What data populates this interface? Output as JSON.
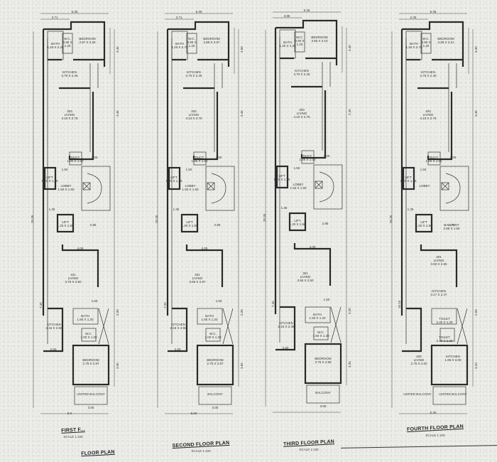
{
  "drawing": {
    "type": "architectural floor plans (scanned)",
    "plans": [
      {
        "id": "first",
        "title": "FIRST FLOOR PLAN",
        "title_visible": "FIRST F...",
        "bottom_title": "FLOOR PLAN",
        "scale": "SCALE 1:100",
        "overall_height": "25.35",
        "top_width": "6.35",
        "sub_width": "2.71",
        "upper_unit": "303",
        "lower_unit": "101",
        "rooms": {
          "bath": "BATH\n1.20 X 2.25",
          "wc": "W.C.\n0.90 X\n1.20",
          "bedroom_top": "BEDROOM\n3.87 X 3.25",
          "kitchen_top": "KITCHEN\n3.70 X 2.45",
          "living_top": "303\nLIVING\n4.10 X 2.75",
          "duct": "DUCT\n1.00 X 1.00",
          "lift1": "LIFT\n1.20 X 1.35",
          "lobby": "LOBBY\n1.50 X 1.50",
          "lift2": "LIFT\n1.20 X 1.50",
          "living_bottom": "101\nLIVING\n3.75 X 2.50",
          "kitchen_bottom": "KITCHEN\n2.15 X 2.50",
          "bath_bottom": "BATH\n1.60 X 1.20",
          "wc_bottom": "W.C.\n1.00 X 1.20",
          "bedroom_bottom": "BEDROOM\n2.75 X 2.87",
          "balcony": "UNITED BALCONY"
        },
        "dims": {
          "d1": "3.00",
          "d2": "1.50",
          "d3": "1.35",
          "d4": "2.85",
          "d5": "4.05",
          "d6": "1.50",
          "d7": "2.60",
          "d8": "0.85",
          "d9": "3.05",
          "d10": "5.0",
          "v1": "3.45",
          "v2": "3.45",
          "v3": "7.45",
          "v4": "3.20",
          "v5": "2.15",
          "v6": "3.35",
          "v7": "1.10"
        }
      },
      {
        "id": "second",
        "title": "SECOND FLOOR PLAN",
        "scale": "SCALE 1:100",
        "overall_height": "25.35",
        "top_width": "6.35",
        "sub_width": "2.71",
        "rooms": {
          "bath": "BATH\n1.20 X 2.75",
          "wc": "W.C.\n0.90 X\n1.20",
          "bedroom_top": "BEDROOM\n3.88 X 3.07",
          "kitchen_top": "KITCHEN\n3.70 X 2.45",
          "living_top": "202\nLIVING\n4.10 X 2.75",
          "duct": "DUCT\n1.00 X 1.00",
          "lift1": "LIFT\n1.20 X 1.35",
          "lobby": "LOBBY\n1.50 X 1.50",
          "lift2": "LIFT\n1.20 X 1.50",
          "living_bottom": "201\nLIVING\n3.65 X 2.87",
          "kitchen_bottom": "KITCHEN\n2.15 X 2.50",
          "bath_bottom": "BATH\n1.60 X 1.20",
          "wc_bottom": "W.C.\n1.00 X 1.20",
          "bedroom_bottom": "BEDROOM\n2.75 X 2.87",
          "balcony": "BALCONY"
        },
        "dims": {
          "d1": "3.00",
          "d2": "1.50",
          "d3": "1.35",
          "d4": "2.85",
          "d5": "4.05",
          "d6": "1.50",
          "d7": "2.60",
          "d8": "0.85",
          "d9": "3.05",
          "d10": "5.60",
          "v1": "3.50",
          "v2": "3.45",
          "v3": "7.25",
          "v4": "3.20",
          "v5": "2.15",
          "v6": "3.65",
          "v7": "1.15"
        }
      },
      {
        "id": "third",
        "title": "THIRD FLOOR PLAN",
        "scale": "SCALE 1:100",
        "overall_height": "25.35",
        "top_width": "6.35",
        "sub_width": "2.85",
        "rooms": {
          "bath": "BATH\n1.20 X 2.25",
          "wc": "W.C.\n0.90 X\n1.20",
          "bedroom_top": "BEDROOM\n3.65 X 3.10",
          "kitchen_top": "KITCHEN\n3.70 X 2.45",
          "living_top": "303\nLIVING\n4.10 X 2.75",
          "duct": "DUCT\n1.00 X 1.00",
          "lift1": "LIFT\n1.20 X 1.35",
          "lobby": "LOBBY\n1.50 X 1.50",
          "lift2": "LIFT\n1.20 X 1.50",
          "living_bottom": "301\nLIVING\n3.65 X 2.50",
          "kitchen_bottom": "KITCHEN\n2.15 X 2.45",
          "bath_bottom": "BATH\n1.60 X 1.20",
          "wc_bottom": "W.C.\n1.00 X 1.20",
          "bedroom_bottom": "BEDROOM\n2.75 X 2.85",
          "balcony": "BALCONY"
        },
        "dims": {
          "d1": "3.00",
          "d2": "1.50",
          "d3": "1.35",
          "d4": "2.85",
          "d5": "4.05",
          "d6": "1.50",
          "d7": "2.60",
          "d8": "0.85",
          "d9": "3.05",
          "d10": "",
          "v1": "3.45",
          "v2": "2.45",
          "v3": "7.45",
          "v4": "3.20",
          "v5": "2.15",
          "v6": "3.35",
          "v7": "1.15"
        }
      },
      {
        "id": "fourth",
        "title": "FOURTH FLOOR PLAN",
        "scale": "SCALE 1:100",
        "overall_height": "26.35",
        "top_width": "6.35",
        "sub_width": "2.35",
        "bottom_width": "6.35",
        "rooms": {
          "bath": "BATH\n1.20 X 2.75",
          "wc": "W.C.\n0.90 X\n1.20",
          "bedroom_top": "BEDROOM\n3.35 X 3.21",
          "kitchen_top": "KITCHEN\n3.75 X 2.40",
          "living_top": "403\nLIVING\n4.10 X 2.75",
          "duct": "DUCT\n1.00 X 1.00",
          "lift1": "LIFT\n1.20 X 1.35",
          "lobby": "LOBBY",
          "lift2": "LIFT\n1.20 X 1.50",
          "balcony_mid": "BALCONY\n2.85 X 1.50",
          "living_401": "401\nLIVING\n3.50 X 2.65",
          "kitchen_401": "KITCHEN\n3.17 X 2.47",
          "toilet1": "TOILET\n2.40 X 1.20",
          "toilet2": "TOILET\n2.40 X 1.20",
          "living_402": "402\nLIVING\n2.75 X 4.20",
          "kitchen_402": "KITCHEN\n1.85 X 3.00",
          "balcony_bottom_left": "UNITED BALCONY",
          "balcony_bottom_right": "UNITED BALCONY"
        },
        "dims": {
          "d1": "3.00",
          "d2": "1.50",
          "d3": "1.35",
          "d4": "2.75",
          "v1": "3.30",
          "v2": "3.45",
          "v3": "10.15",
          "v4": "2.50",
          "v5": "3.05",
          "v6": "3.10",
          "v7": "1.50"
        }
      }
    ]
  }
}
